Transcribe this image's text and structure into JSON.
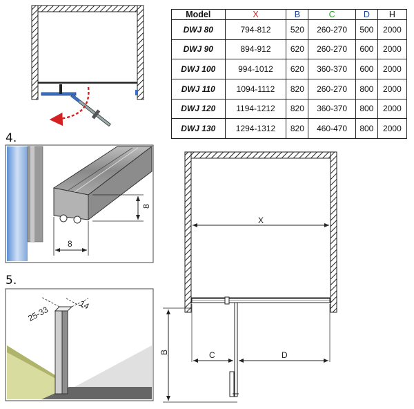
{
  "table": {
    "headers": [
      {
        "label": "Model",
        "color": "#111111"
      },
      {
        "label": "X",
        "color": "#d42020"
      },
      {
        "label": "B",
        "color": "#1b3d8f"
      },
      {
        "label": "C",
        "color": "#2e9a2e"
      },
      {
        "label": "D",
        "color": "#1b3d8f"
      },
      {
        "label": "H",
        "color": "#111111"
      }
    ],
    "rows": [
      [
        "DWJ 80",
        "794-812",
        "520",
        "260-270",
        "500",
        "2000"
      ],
      [
        "DWJ 90",
        "894-912",
        "620",
        "260-270",
        "600",
        "2000"
      ],
      [
        "DWJ 100",
        "994-1012",
        "620",
        "360-370",
        "600",
        "2000"
      ],
      [
        "DWJ 110",
        "1094-1112",
        "820",
        "260-270",
        "800",
        "2000"
      ],
      [
        "DWJ 120",
        "1194-1212",
        "820",
        "360-370",
        "800",
        "2000"
      ],
      [
        "DWJ 130",
        "1294-1312",
        "820",
        "460-470",
        "800",
        "2000"
      ]
    ]
  },
  "steps": {
    "step4": "4.",
    "step5": "5."
  },
  "profile": {
    "height_dim": "8",
    "width_dim": "8"
  },
  "wall_profile": {
    "depth_dim": "25-33",
    "width_dim": "14"
  },
  "plan": {
    "x_label": "X",
    "b_label": "B",
    "c_label": "C",
    "d_label": "D"
  },
  "colors": {
    "x": "#d42020",
    "b": "#1b3d8f",
    "c": "#2e9a2e",
    "d": "#1b3d8f",
    "arrow": "#d42020",
    "hinge": "#3b6fc4"
  }
}
